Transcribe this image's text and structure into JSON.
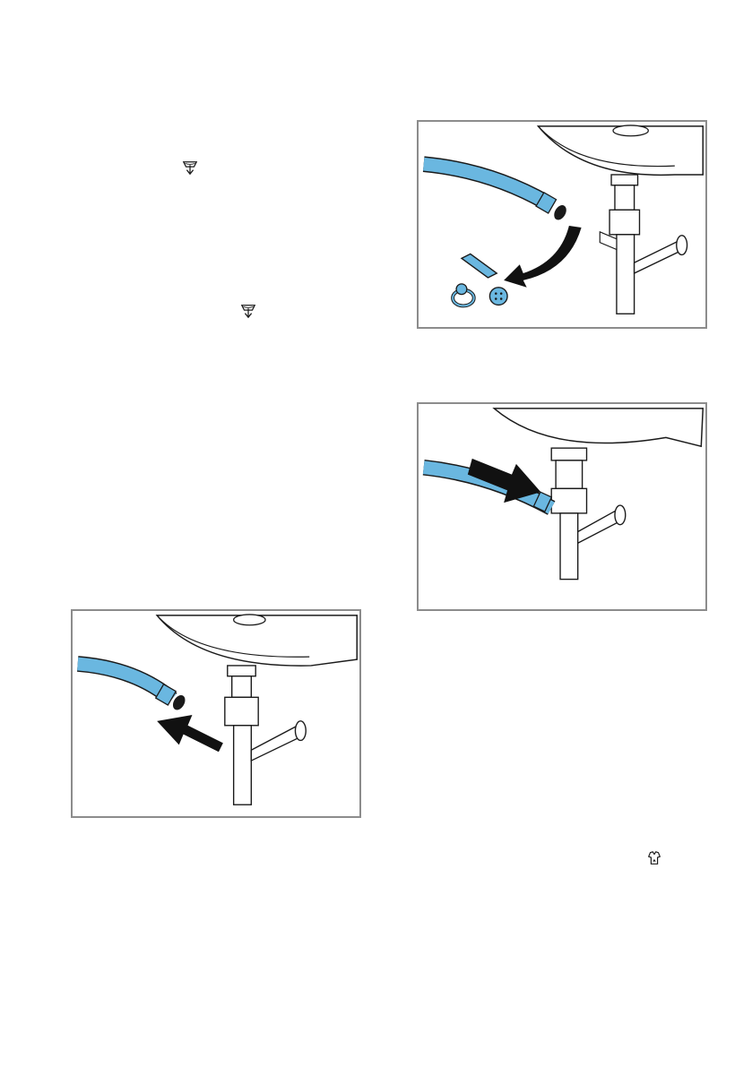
{
  "colors": {
    "hose": "#6ab7e0",
    "outline": "#1a1a1a",
    "frame_border": "#8c8c8c",
    "arrow": "#111111"
  },
  "symbols": [
    {
      "name": "rinse-drain-icon"
    },
    {
      "name": "rinse-drain-icon"
    },
    {
      "name": "easy-iron-icon"
    }
  ],
  "figures": [
    {
      "name": "figure-remove-foreign-objects"
    },
    {
      "name": "figure-connect-hose-to-siphon"
    },
    {
      "name": "figure-disconnect-hose-from-siphon"
    }
  ]
}
